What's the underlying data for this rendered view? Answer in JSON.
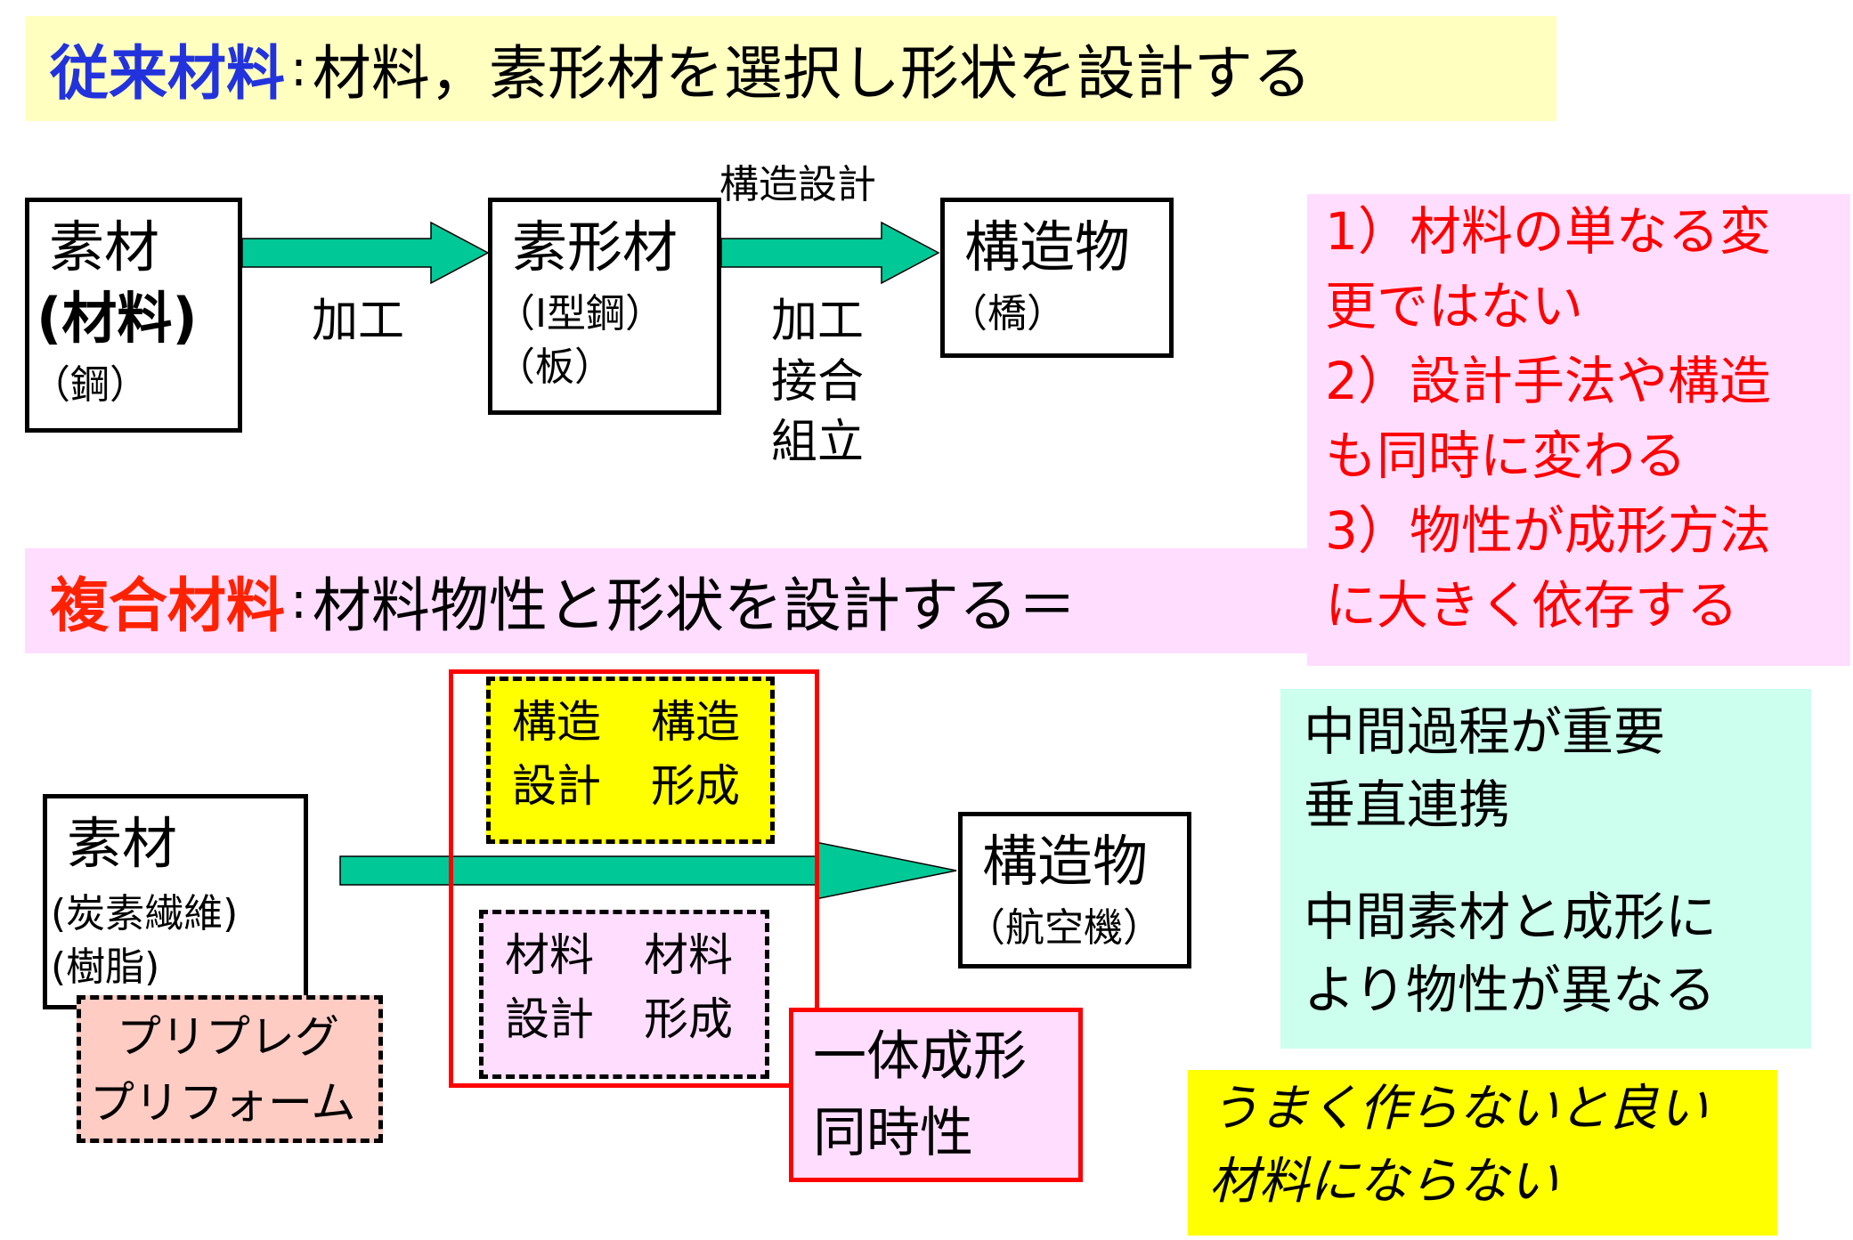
{
  "top_title": {
    "prefix": "従来材料",
    "sep": ":",
    "rest": "材料，素形材を選択し形状を設計する"
  },
  "bottom_title": {
    "prefix": "複合材料",
    "sep": ":",
    "rest": "材料物性と形状を設計する＝"
  },
  "conventional": {
    "raw": {
      "title": "素材",
      "sub1": "(材料)",
      "sub2": "（鋼）"
    },
    "arrow1_label": "加工",
    "shaped": {
      "title": "素形材",
      "sub1": "（I型鋼）",
      "sub2": "（板）"
    },
    "arrow2_top": "構造設計",
    "arrow2_below": [
      "加工",
      "接合",
      "組立"
    ],
    "structure": {
      "title": "構造物",
      "sub": "（橋）"
    }
  },
  "points": [
    "1）材料の単なる変",
    "更ではない",
    "2）設計手法や構造",
    "も同時に変わる",
    "3）物性が成形方法",
    "に大きく依存する"
  ],
  "composite": {
    "raw": {
      "title": "素材",
      "sub1": "(炭素繊維)",
      "sub2": "(樹脂)"
    },
    "prepreg": [
      "プリプレグ",
      "プリフォーム"
    ],
    "struct_group": [
      [
        "構造",
        "構造"
      ],
      [
        "設計",
        "形成"
      ]
    ],
    "material_group": [
      [
        "材料",
        "材料"
      ],
      [
        "設計",
        "形成"
      ]
    ],
    "integrated": [
      "一体成形",
      "同時性"
    ],
    "structure": {
      "title": "構造物",
      "sub": "（航空機）"
    }
  },
  "note_cyan": [
    "中間過程が重要",
    "垂直連携",
    "中間素材と成形に",
    "より物性が異なる"
  ],
  "note_yellow": [
    "うまく作らないと良い",
    "材料にならない"
  ],
  "colors": {
    "blue": "#2233dd",
    "red": "#ff2200",
    "arrow": "#00c896",
    "yellow_bg": "#ffffc0",
    "pink_bg": "#ffddff",
    "cyan_bg": "#ccffee"
  }
}
